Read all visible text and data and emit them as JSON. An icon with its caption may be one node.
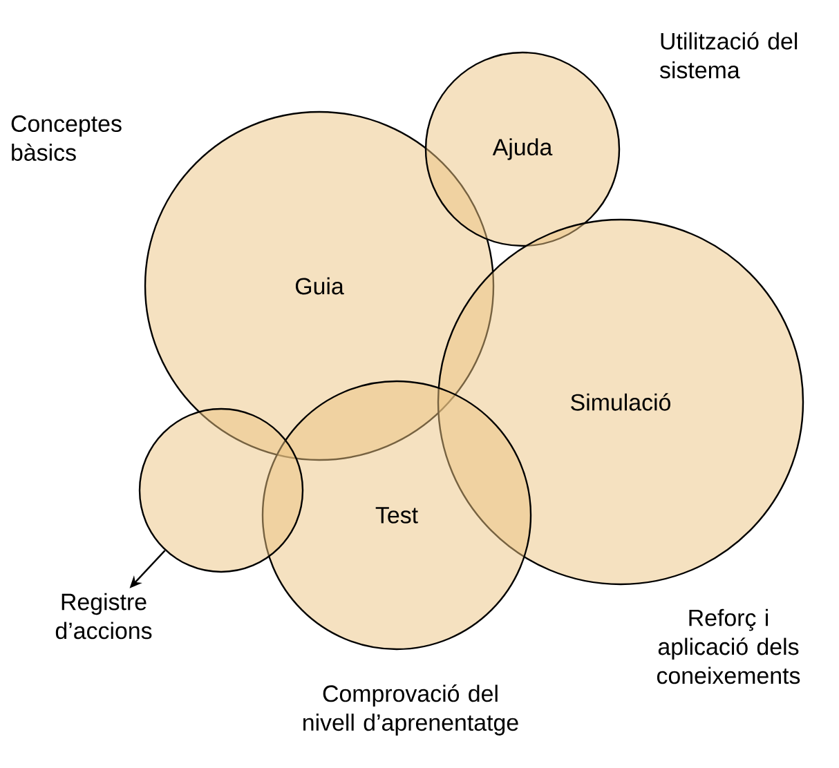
{
  "diagram": {
    "nodes": [
      {
        "text": [
          "Guia"
        ],
        "beside": [
          "Conceptes bàsics"
        ]
      },
      {
        "text": [
          "Ajuda"
        ],
        "beside": [
          "Utilització del sistema"
        ]
      },
      {
        "text": [
          "Simulació"
        ],
        "beside": [
          "Reforç i aplicació dels coneixements"
        ]
      },
      {
        "text": [
          "Test"
        ],
        "beside": [
          "Comprovació del nivell d’aprenentatge"
        ]
      },
      {
        "text": [],
        "shape": "circle"
      },
      {
        "text": [
          "Registre d’accions"
        ]
      }
    ],
    "edges": [
      {
        "from": 4,
        "to": 5,
        "arrow": "to"
      }
    ]
  }
}
